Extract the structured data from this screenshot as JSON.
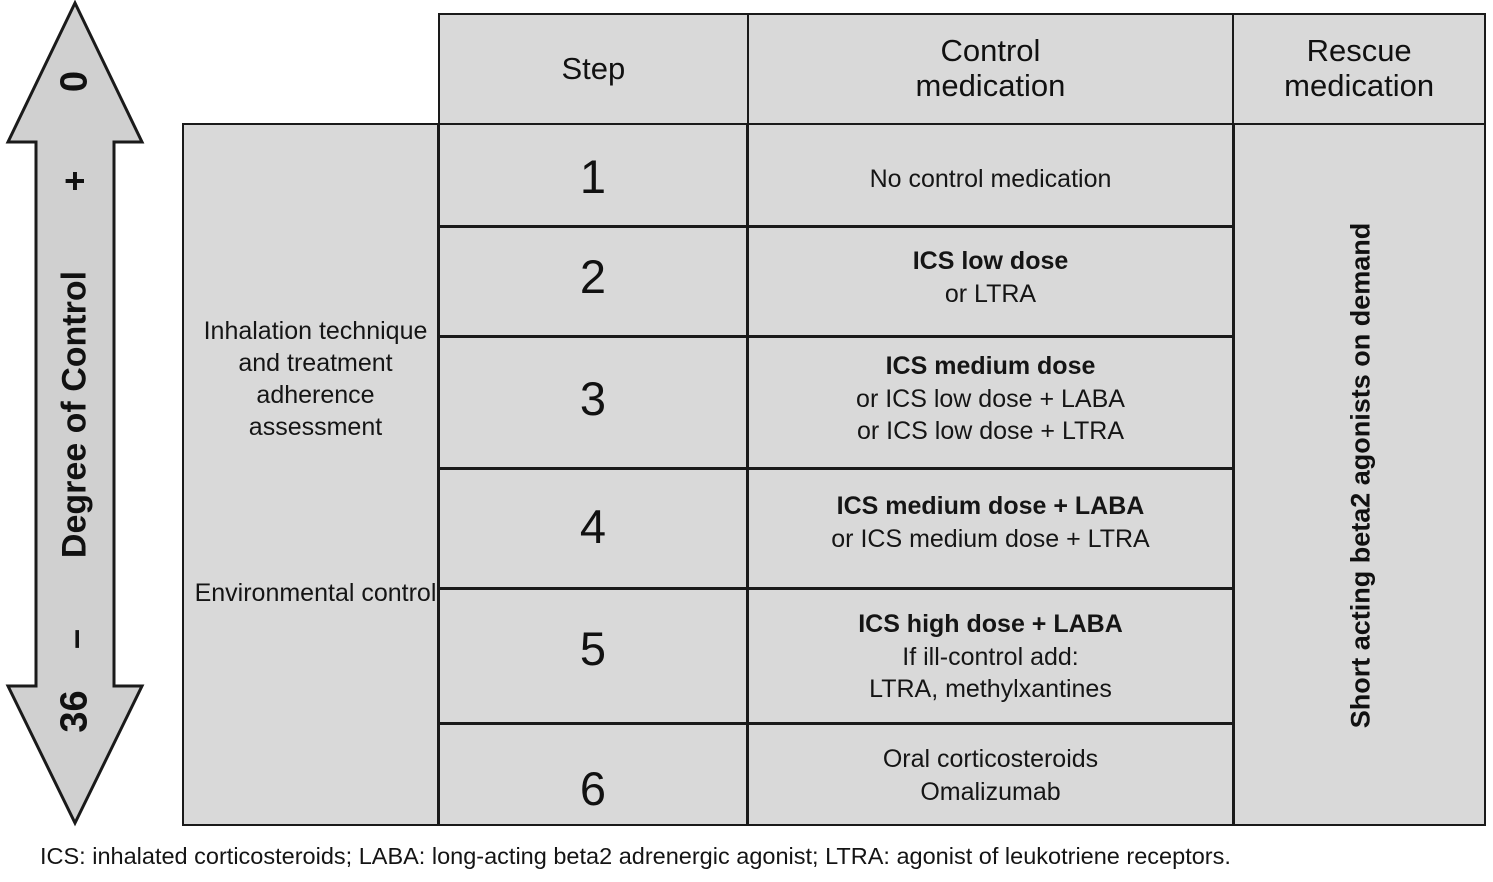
{
  "figure": {
    "type": "asthma-treatment-step-table",
    "background_color": "#ffffff",
    "panel_fill": "#d9d9d9",
    "line_color": "#1a1a1a"
  },
  "gauge": {
    "name": "degree-of-control-arrow",
    "axis_title": "Degree of Control",
    "top_value": "0",
    "top_sign": "+",
    "bottom_sign": "–",
    "bottom_value": "36",
    "direction": "double-headed-vertical"
  },
  "header": {
    "step": "Step",
    "control": "Control\nmedication",
    "control_line1": "Control",
    "control_line2": "medication",
    "rescue_line1": "Rescue",
    "rescue_line2": "medication"
  },
  "management_column": {
    "notes": [
      "Inhalation technique and treatment adherence assessment",
      "Environmental control"
    ]
  },
  "rescue_column": {
    "text": "Short acting beta2 agonists on demand"
  },
  "rows": [
    {
      "step": "1",
      "lines": [
        {
          "text": "No control medication",
          "bold": false
        }
      ]
    },
    {
      "step": "2",
      "lines": [
        {
          "text": "ICS low dose",
          "bold": true
        },
        {
          "text": "or LTRA",
          "bold": false
        }
      ]
    },
    {
      "step": "3",
      "lines": [
        {
          "text": "ICS medium dose",
          "bold": true
        },
        {
          "text": "or ICS low dose + LABA",
          "bold": false
        },
        {
          "text": "or ICS low dose + LTRA",
          "bold": false
        }
      ]
    },
    {
      "step": "4",
      "lines": [
        {
          "text": "ICS medium dose + LABA",
          "bold": true
        },
        {
          "text": "or ICS medium dose + LTRA",
          "bold": false
        }
      ]
    },
    {
      "step": "5",
      "lines": [
        {
          "text": "ICS high dose + LABA",
          "bold": true
        },
        {
          "text": "If ill-control add:",
          "bold": false
        },
        {
          "text": "LTRA, methylxantines",
          "bold": false
        }
      ]
    },
    {
      "step": "6",
      "lines": [
        {
          "text": "Oral corticosteroids",
          "bold": false
        },
        {
          "text": "Omalizumab",
          "bold": false
        }
      ]
    }
  ],
  "footnote": "ICS: inhalated corticosteroids; LABA: long-acting beta2 adrenergic agonist; LTRA: agonist of leukotriene receptors."
}
